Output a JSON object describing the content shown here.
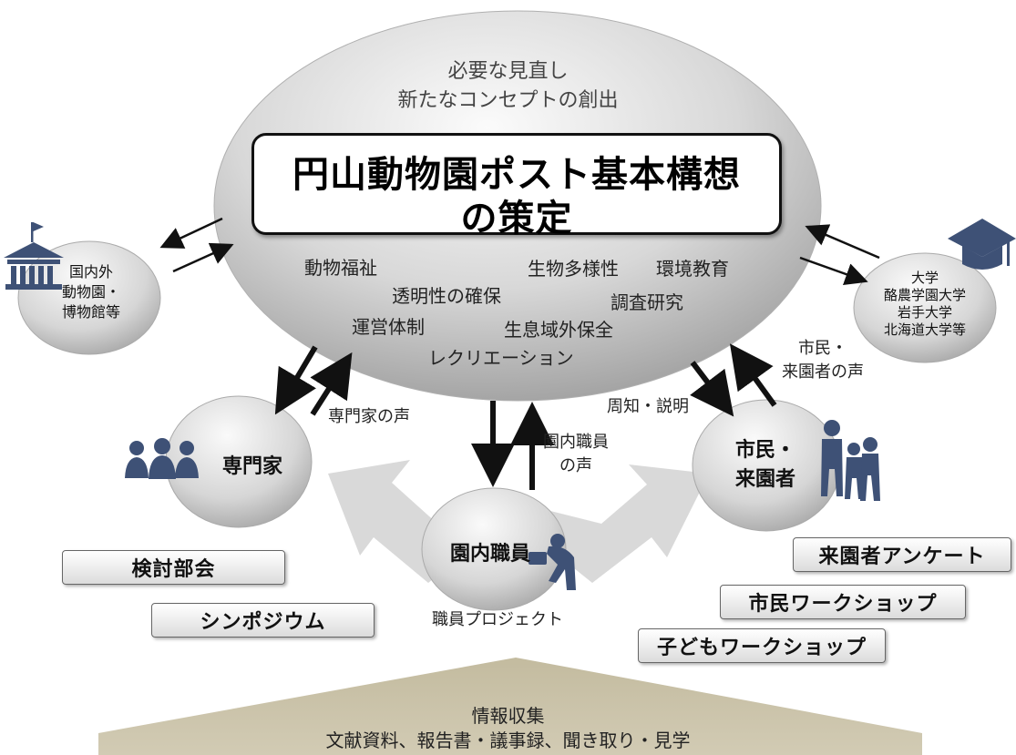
{
  "center": {
    "header_line1": "必要な見直し",
    "header_line2": "新たなコンセプトの創出",
    "title_line1": "円山動物園ポスト基本構想",
    "title_line2": "の策定",
    "keywords": [
      "動物福祉",
      "生物多様性",
      "環境教育",
      "透明性の確保",
      "調査研究",
      "運営体制",
      "生息域外保全",
      "レクリエーション"
    ]
  },
  "nodes": {
    "zoos": [
      "国内外",
      "動物園・",
      "博物館等"
    ],
    "universities": [
      "大学",
      "酪農学園大学",
      "岩手大学",
      "北海道大学等"
    ],
    "experts": "専門家",
    "citizens": [
      "市民・",
      "来園者"
    ],
    "staff": "園内職員"
  },
  "labels": {
    "expert_voice": "専門家の声",
    "staff_voice": [
      "園内職員",
      "の声"
    ],
    "citizen_voice": [
      "市民・",
      "来園者の声"
    ],
    "notice": "周知・説明",
    "staff_project": "職員プロジェクト"
  },
  "boxes": {
    "study_group": "検討部会",
    "symposium": "シンポジウム",
    "survey": "来園者アンケート",
    "citizen_workshop": "市民ワークショップ",
    "kids_workshop": "子どもワークショップ"
  },
  "base": {
    "line1": "情報収集",
    "line2": "文献資料、報告書・議事録、聞き取り・見学"
  },
  "colors": {
    "ellipse_light": "#f4f4f4",
    "ellipse_dark": "#9a9a9a",
    "big_arrow": "#d9d9d9",
    "base_band": "#c8c0a6",
    "icon_blue": "#3e5176"
  }
}
